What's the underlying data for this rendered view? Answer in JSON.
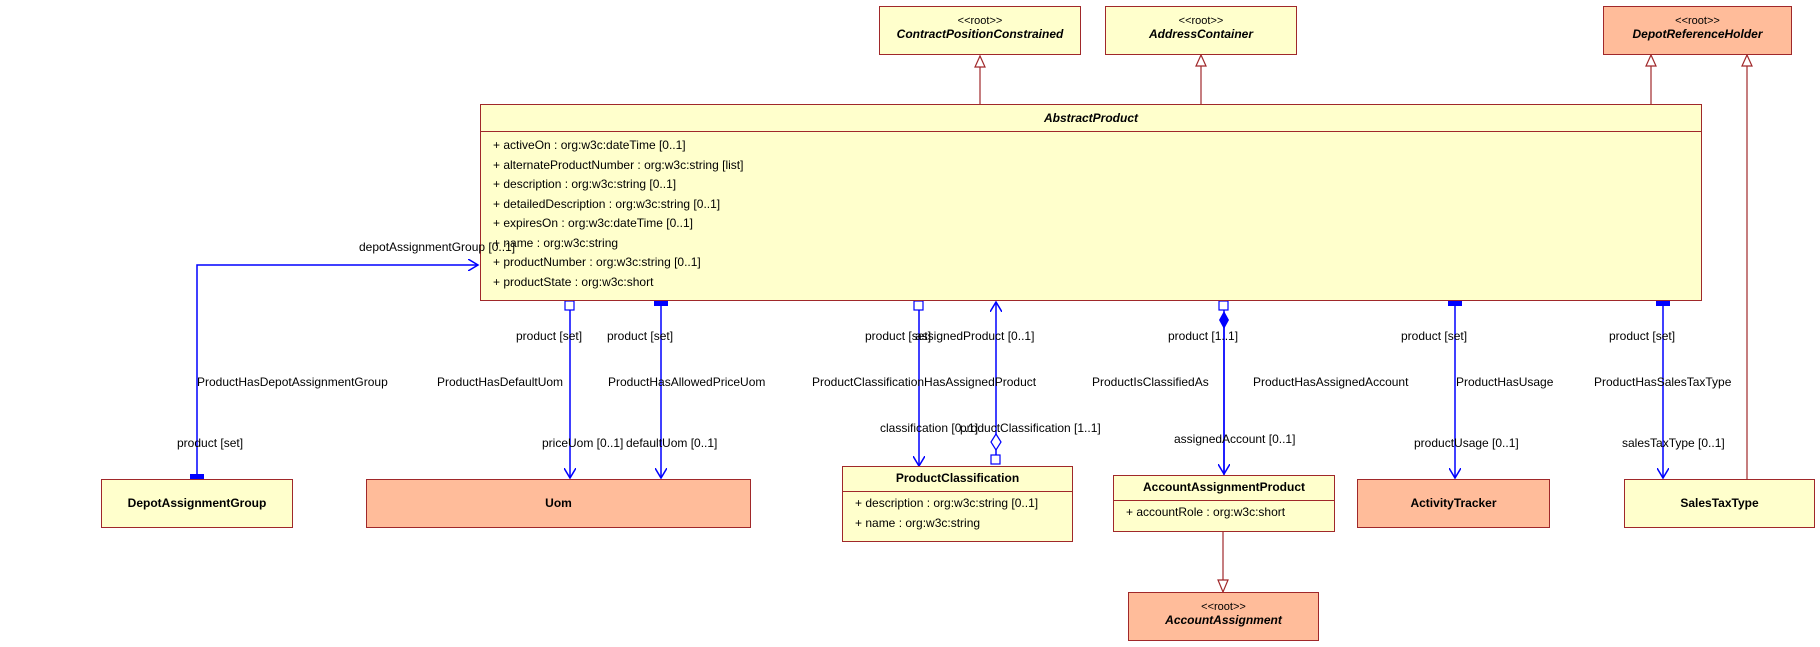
{
  "classes": {
    "contract_position_constrained": {
      "stereotype": "<<root>>",
      "name": "ContractPositionConstrained"
    },
    "address_container": {
      "stereotype": "<<root>>",
      "name": "AddressContainer"
    },
    "depot_reference_holder": {
      "stereotype": "<<root>>",
      "name": "DepotReferenceHolder"
    },
    "abstract_product": {
      "name": "AbstractProduct",
      "attributes": [
        "+ activeOn : org:w3c:dateTime [0..1]",
        "+ alternateProductNumber : org:w3c:string [list]",
        "+ description : org:w3c:string [0..1]",
        "+ detailedDescription : org:w3c:string [0..1]",
        "+ expiresOn : org:w3c:dateTime [0..1]",
        "+ name : org:w3c:string",
        "+ productNumber : org:w3c:string [0..1]",
        "+ productState : org:w3c:short"
      ]
    },
    "depot_assignment_group": {
      "name": "DepotAssignmentGroup"
    },
    "uom": {
      "name": "Uom"
    },
    "product_classification": {
      "name": "ProductClassification",
      "attributes": [
        "+ description : org:w3c:string [0..1]",
        "+ name : org:w3c:string"
      ]
    },
    "account_assignment_product": {
      "name": "AccountAssignmentProduct",
      "attributes": [
        "+ accountRole : org:w3c:short"
      ]
    },
    "activity_tracker": {
      "name": "ActivityTracker"
    },
    "sales_tax_type": {
      "name": "SalesTaxType"
    },
    "account_assignment": {
      "stereotype": "<<root>>",
      "name": "AccountAssignment"
    }
  },
  "associations": {
    "depot_group": {
      "name": "ProductHasDepotAssignmentGroup",
      "end_target": "depotAssignmentGroup [0..1]",
      "end_source": "product [set]"
    },
    "default_uom": {
      "name": "ProductHasDefaultUom",
      "end_source": "product [set]",
      "end_target": "priceUom [0..1]"
    },
    "allowed_price_uom": {
      "name": "ProductHasAllowedPriceUom",
      "end_source": "product [set]",
      "end_target": "defaultUom [0..1]"
    },
    "classification_assigned": {
      "name": "ProductClassificationHasAssignedProduct",
      "end_source": "product [set]",
      "end_product": "assignedProduct [0..1]",
      "end_target": "classification [0..1]",
      "end_classification": "productClassification [1..1]"
    },
    "classified_as": {
      "name": "ProductIsClassifiedAs",
      "end_source": "product [1..1]"
    },
    "assigned_account": {
      "name": "ProductHasAssignedAccount",
      "end_target": "assignedAccount [0..1]"
    },
    "usage": {
      "name": "ProductHasUsage",
      "end_source": "product [set]",
      "end_target": "productUsage [0..1]"
    },
    "sales_tax": {
      "name": "ProductHasSalesTaxType",
      "end_source": "product [set]",
      "end_target": "salesTaxType [0..1]"
    }
  },
  "colors": {
    "class_border": "#a0282a",
    "class_fill": "#ffffcc",
    "root_fill": "#ffbc9a",
    "association": "#0000ff",
    "generalization": "#a0282a"
  }
}
